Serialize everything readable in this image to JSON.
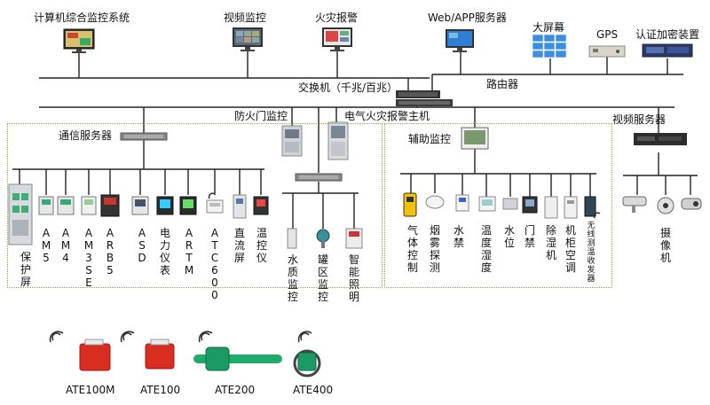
{
  "top": {
    "computer_system": "计算机综合监控系统",
    "video_monitor": "视频监控",
    "fire_alarm": "火灾报警",
    "web_app_server": "Web/APP服务器",
    "big_screen": "大屏幕",
    "gps": "GPS",
    "encryption": "认证加密装置"
  },
  "network": {
    "switch": "交换机（千兆/百兆）",
    "router": "路由器"
  },
  "middle": {
    "comm_server": "通信服务器",
    "fire_door": "防火门监控",
    "electric_fire": "电气火灾报警主机",
    "aux_monitor": "辅助监控",
    "video_server": "视频服务器"
  },
  "comm_devices": [
    "保护屏",
    "AM5",
    "AM4",
    "AM3SE",
    "ARB5",
    "ASD",
    "电力仪表",
    "ARTM",
    "ATC600",
    "直流屏",
    "温控仪"
  ],
  "fire_devices": [
    "水质监控",
    "罐区监控",
    "智能照明"
  ],
  "aux_devices": [
    "气体控制",
    "烟雾探测",
    "水禁",
    "温度湿度",
    "水位",
    "门禁",
    "除湿机",
    "机柜空调",
    "无线测温收发器"
  ],
  "video_devices": [
    "摄像机"
  ],
  "sensors": [
    "ATE100M",
    "ATE100",
    "ATE200",
    "ATE400"
  ],
  "colors": {
    "line": "#222222",
    "zone_border": "#7ab648",
    "screen_blue": "#2f7fd6",
    "red": "#d83a2c",
    "green": "#22aa77"
  }
}
